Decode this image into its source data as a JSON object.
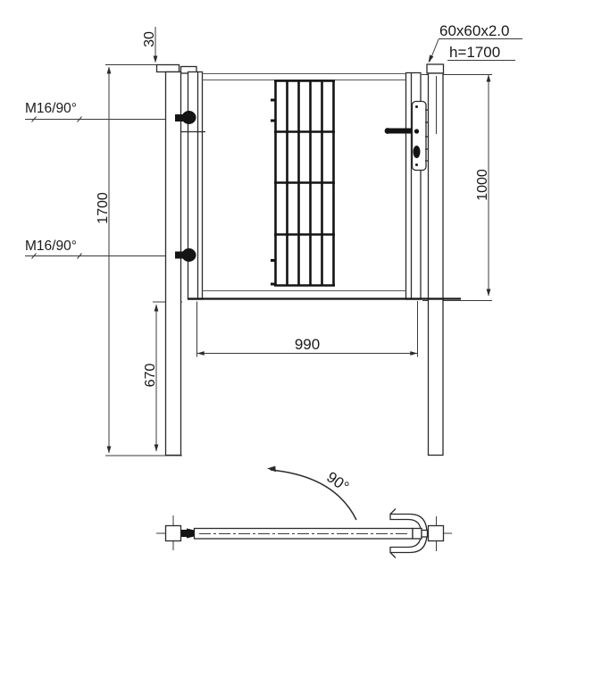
{
  "labels": {
    "cap_height": "30",
    "anchor_top": "M16/90°",
    "anchor_bottom": "M16/90°",
    "post_height": "1700",
    "embed_depth": "670",
    "gate_width": "990",
    "gate_height": "1000",
    "post_profile": "60x60x2.0",
    "post_profile_height": "h=1700",
    "opening_angle": "90°"
  }
}
